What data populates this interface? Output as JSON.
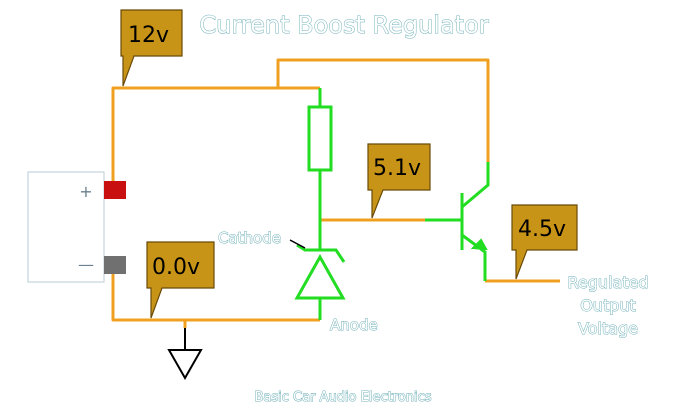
{
  "title": "Current Boost Regulator",
  "footer": "Basic Car Audio Electronics",
  "callouts": {
    "supply": "12v",
    "ground": "0.0v",
    "base": "5.1v",
    "output": "4.5v"
  },
  "labels": {
    "cathode": "Cathode",
    "anode": "Anode",
    "output_line1": "Regulated",
    "output_line2": "Output",
    "output_line3": "Voltage"
  },
  "battery": {
    "plus": "+",
    "minus": "—"
  },
  "colors": {
    "wire": "#f0a020",
    "component": "#22dd22",
    "callout_fill": "#c89418",
    "callout_border": "#6a4a08",
    "battery_positive": "#c81010",
    "battery_negative": "#707070",
    "text_outline": "#6fb0b8"
  },
  "icons": {
    "ground": "ground-symbol-icon",
    "zener": "zener-diode-icon",
    "transistor": "npn-transistor-icon",
    "resistor": "resistor-icon",
    "battery": "battery-icon"
  }
}
